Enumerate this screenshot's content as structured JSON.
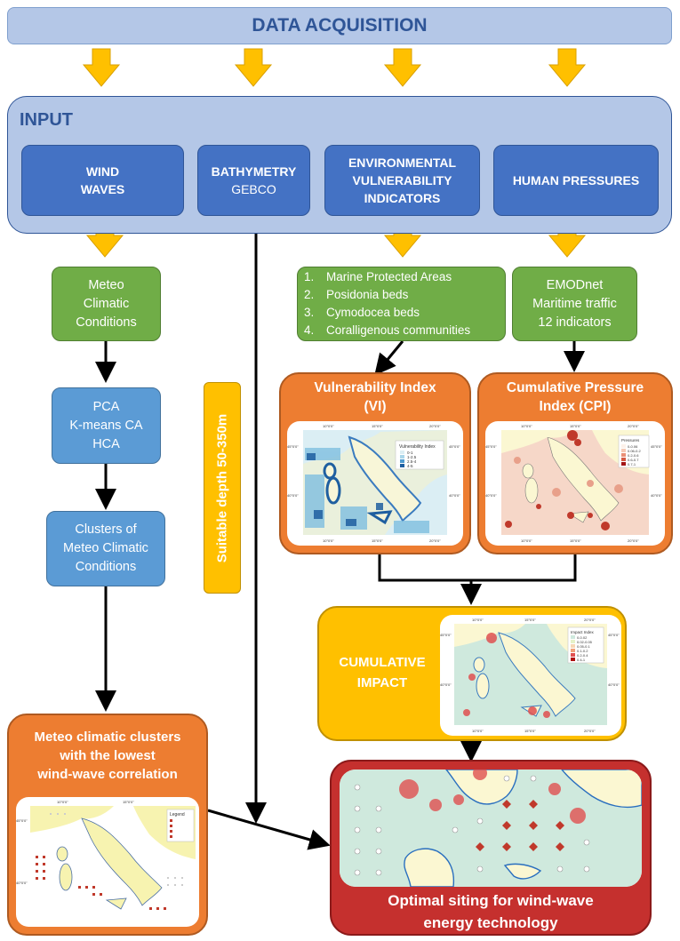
{
  "header": {
    "title": "DATA ACQUISITION"
  },
  "input": {
    "title": "INPUT",
    "boxes": {
      "wind_waves": [
        "WIND",
        "WAVES"
      ],
      "bathymetry": {
        "title": "BATHYMETRY",
        "source": "GEBCO"
      },
      "env": [
        "ENVIRONMENTAL",
        "VULNERABILITY",
        "INDICATORS"
      ],
      "human": "HUMAN PRESSURES"
    }
  },
  "meteo": {
    "lines": [
      "Meteo",
      "Climatic",
      "Conditions"
    ],
    "analysis": [
      "PCA",
      "K-means CA",
      "HCA"
    ],
    "clusters": [
      "Clusters of",
      "Meteo Climatic",
      "Conditions"
    ]
  },
  "env_list": {
    "items": [
      "Marine Protected Areas",
      "Posidonia beds",
      "Cymodocea beds",
      "Coralligenous communities"
    ]
  },
  "emodnet": {
    "lines": [
      "EMODnet",
      "Maritime traffic",
      "12 indicators"
    ]
  },
  "depth": {
    "label": "Suitable depth 50-350m"
  },
  "vi": {
    "title": [
      "Vulnerability Index",
      "(VI)"
    ],
    "map": {
      "legend_title": "Vulnerability Index",
      "legend_items": [
        "0-1",
        "1-2.5",
        "2.5-4",
        "4-5"
      ],
      "coords_top": [
        "10°0'0\"",
        "15°0'0\"",
        "20°0'0\""
      ],
      "coords_bottom": [
        "10°0'0\"",
        "15°0'0\"",
        "20°0'0\""
      ],
      "coords_left": [
        "45°0'0\"",
        "40°0'0\""
      ],
      "coords_right": [
        "45°0'0\"",
        "40°0'0\""
      ]
    }
  },
  "cpi": {
    "title": [
      "Cumulative Pressure",
      "Index (CPI)"
    ],
    "map": {
      "legend_title": "Pressures",
      "legend_items": [
        "0-0.06",
        "0.06-0.2",
        "0.2-0.6",
        "0.6-0.7",
        "0.7-1"
      ],
      "coords_top": [
        "10°0'0\"",
        "15°0'0\"",
        "20°0'0\""
      ],
      "coords_bottom": [
        "10°0'0\"",
        "15°0'0\"",
        "20°0'0\""
      ],
      "coords_left": [
        "45°0'0\"",
        "40°0'0\""
      ],
      "coords_right": [
        "45°0'0\"",
        "40°0'0\""
      ]
    }
  },
  "impact": {
    "label": [
      "CUMULATIVE",
      "IMPACT"
    ],
    "map": {
      "legend_title": "Impact Index",
      "legend_items": [
        "0-0.02",
        "0.02-0.05",
        "0.05-0.1",
        "0.1-0.2",
        "0.2-0.4",
        "0.4-1"
      ],
      "coords_top": [
        "10°0'0\"",
        "15°0'0\"",
        "20°0'0\""
      ],
      "coords_bottom": [
        "10°0'0\"",
        "15°0'0\"",
        "20°0'0\""
      ],
      "coords_left": [
        "45°0'0\"",
        "40°0'0\""
      ],
      "coords_right": [
        "45°0'0\"",
        "40°0'0\""
      ]
    }
  },
  "clusters_panel": {
    "title": [
      "Meteo climatic clusters",
      "with the lowest",
      "wind-wave correlation"
    ],
    "map": {
      "legend_title": "Legend",
      "coords_top": [
        "10°0'0\"",
        "15°0'0\""
      ],
      "coords_left": [
        "45°0'0\"",
        "40°0'0\""
      ]
    }
  },
  "optimal": {
    "title": [
      "Optimal siting for wind-wave",
      "energy technology"
    ]
  },
  "colors": {
    "yellow_arrow": "#ffc000",
    "blue_dark": "#4472c4",
    "blue_light": "#b4c7e7",
    "green": "#70ad47",
    "orange": "#ed7d31",
    "red": "#c5302e"
  }
}
